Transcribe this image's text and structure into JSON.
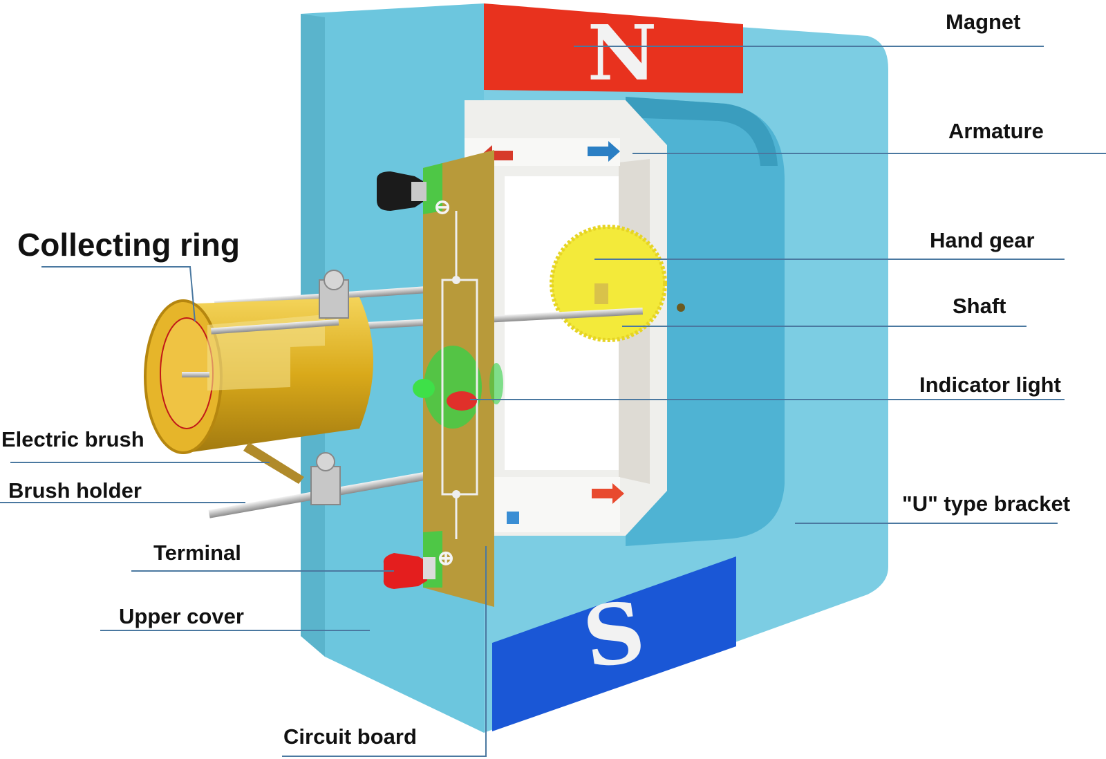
{
  "diagram": {
    "labels": {
      "collecting_ring": "Collecting ring",
      "electric_brush": "Electric brush",
      "brush_holder": "Brush holder",
      "terminal": "Terminal",
      "upper_cover": "Upper cover",
      "circuit_board": "Circuit board",
      "magnet": "Magnet",
      "armature": "Armature",
      "hand_gear": "Hand gear",
      "shaft": "Shaft",
      "indicator_light": "Indicator light",
      "u_bracket": "\"U\" type bracket"
    },
    "pole_north": "N",
    "pole_south": "S",
    "board_minus": "⊖",
    "board_plus": "⊕"
  },
  "colors": {
    "frame_blue": "#6cc6de",
    "north_red": "#e8321e",
    "south_blue": "#1a57d6",
    "leader_line": "#4a78a0",
    "brass": "#d9a91a",
    "board_gold": "#b89a3a"
  }
}
